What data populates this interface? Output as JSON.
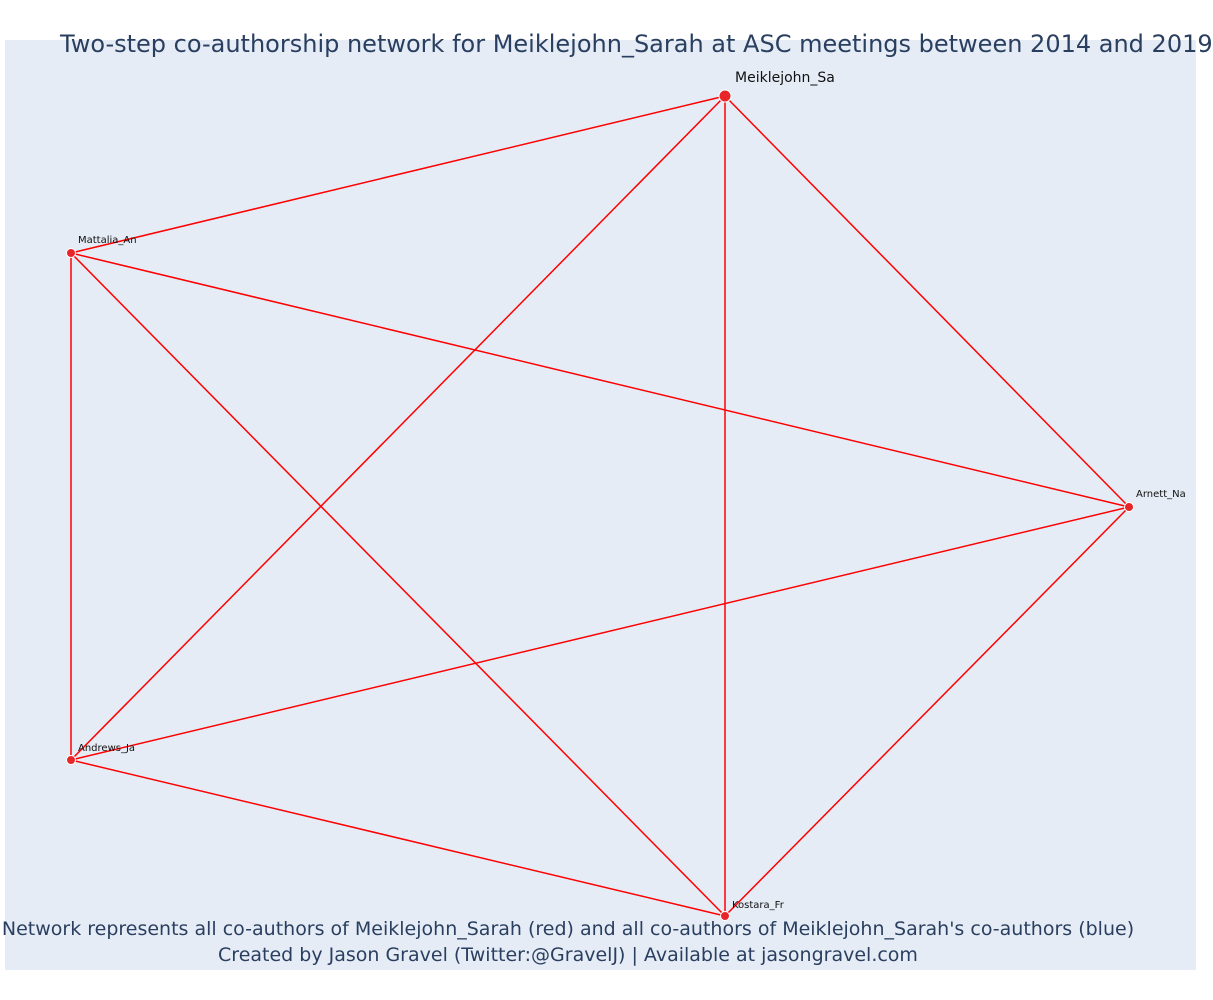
{
  "title": "Two-step co-authorship network for Meiklejohn_Sarah at ASC meetings between 2014 and 2019",
  "caption": {
    "line1": "Network represents all co-authors of Meiklejohn_Sarah (red) and all co-authors of Meiklejohn_Sarah's co-authors (blue)",
    "line2": "Created by Jason Gravel (Twitter:@GravelJ) | Available at jasongravel.com"
  },
  "colors": {
    "edge": "#ff0000",
    "node": "#e8262a",
    "node_outline": "#ffffff",
    "background": "#e5ecf6",
    "text": "#2a3f5f"
  },
  "network": {
    "nodes": [
      {
        "id": "meiklejohn",
        "label": "Meiklejohn_Sa",
        "group": "focal"
      },
      {
        "id": "mattalia",
        "label": "Mattalia_An",
        "group": "coauthor"
      },
      {
        "id": "arnett",
        "label": "Arnett_Na",
        "group": "coauthor"
      },
      {
        "id": "andrews",
        "label": "Andrews_Ja",
        "group": "coauthor"
      },
      {
        "id": "kostara",
        "label": "Kostara_Fr",
        "group": "coauthor"
      }
    ],
    "edges": [
      [
        "meiklejohn",
        "mattalia"
      ],
      [
        "meiklejohn",
        "arnett"
      ],
      [
        "meiklejohn",
        "andrews"
      ],
      [
        "meiklejohn",
        "kostara"
      ],
      [
        "mattalia",
        "arnett"
      ],
      [
        "mattalia",
        "andrews"
      ],
      [
        "mattalia",
        "kostara"
      ],
      [
        "arnett",
        "andrews"
      ],
      [
        "arnett",
        "kostara"
      ],
      [
        "andrews",
        "kostara"
      ]
    ]
  }
}
